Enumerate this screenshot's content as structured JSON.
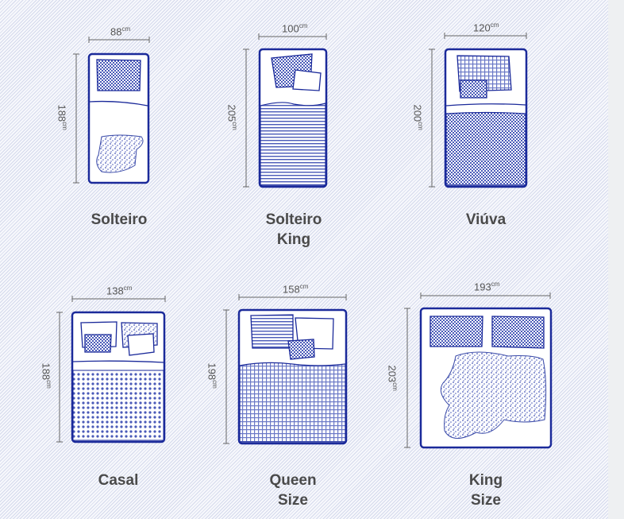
{
  "colors": {
    "outline": "#1b2a9a",
    "fill": "#4a5ab8",
    "dimension_line": "#666666",
    "label_text": "#4a4a4a",
    "background_stripe": "#d4d9ec"
  },
  "unit": "cm",
  "beds": [
    {
      "name": "Solteiro",
      "width": "88",
      "length": "188",
      "unit": "cm"
    },
    {
      "name": "Solteiro\nKing",
      "width": "100",
      "length": "205",
      "unit": "cm"
    },
    {
      "name": "Viúva",
      "width": "120",
      "length": "200",
      "unit": "cm"
    },
    {
      "name": "Casal",
      "width": "138",
      "length": "188",
      "unit": "cm"
    },
    {
      "name": "Queen\nSize",
      "width": "158",
      "length": "198",
      "unit": "cm"
    },
    {
      "name": "King\nSize",
      "width": "193",
      "length": "203",
      "unit": "cm"
    }
  ]
}
